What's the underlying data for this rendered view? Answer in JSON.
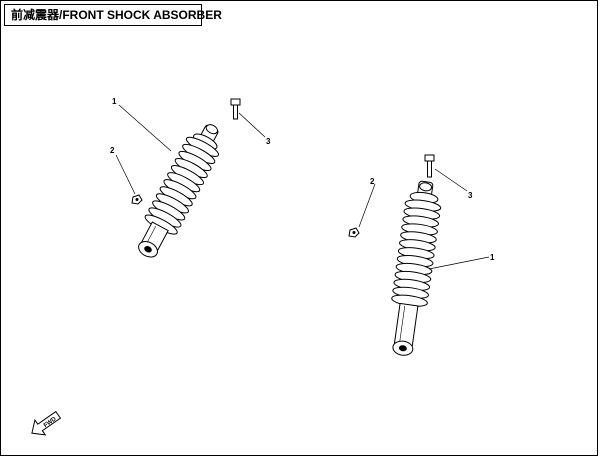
{
  "title": "前减震器/FRONT SHOCK ABSORBER",
  "callouts": {
    "left_shock": "1",
    "left_nut": "2",
    "left_bolt": "3",
    "right_nut": "2",
    "right_bolt": "3",
    "right_shock": "1"
  },
  "direction_badge": "FWD",
  "colors": {
    "line": "#000000",
    "background": "#ffffff"
  }
}
